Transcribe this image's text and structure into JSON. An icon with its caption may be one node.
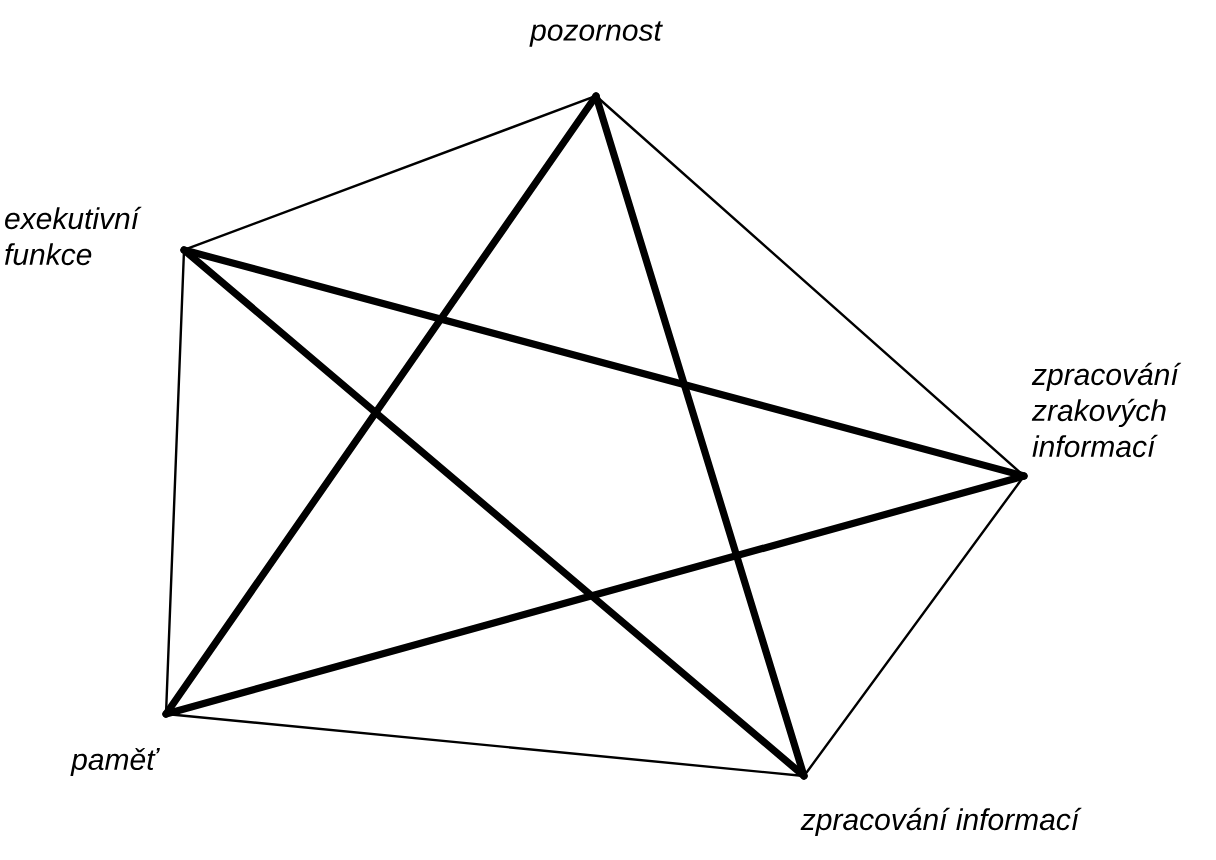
{
  "diagram": {
    "nodes": [
      {
        "text": [
          "pozornost"
        ]
      },
      {
        "text": [
          "exekutivní funkce"
        ]
      },
      {
        "text": [
          "zpracování zrakových informací"
        ]
      },
      {
        "text": [
          "paměť"
        ]
      },
      {
        "text": [
          "zpracování informací"
        ]
      }
    ],
    "edges": [
      {
        "from": 0,
        "to": 1,
        "arrow": "none"
      },
      {
        "from": 0,
        "to": 2,
        "arrow": "none"
      },
      {
        "from": 1,
        "to": 3,
        "arrow": "none"
      },
      {
        "from": 2,
        "to": 4,
        "arrow": "none"
      },
      {
        "from": 3,
        "to": 4,
        "arrow": "none"
      },
      {
        "from": 0,
        "to": 3,
        "arrow": "none",
        "style": "thick"
      },
      {
        "from": 0,
        "to": 4,
        "arrow": "none",
        "style": "thick"
      },
      {
        "from": 1,
        "to": 2,
        "arrow": "none",
        "style": "thick"
      },
      {
        "from": 1,
        "to": 4,
        "arrow": "none",
        "style": "thick"
      },
      {
        "from": 3,
        "to": 2,
        "arrow": "none",
        "style": "thick"
      }
    ]
  }
}
